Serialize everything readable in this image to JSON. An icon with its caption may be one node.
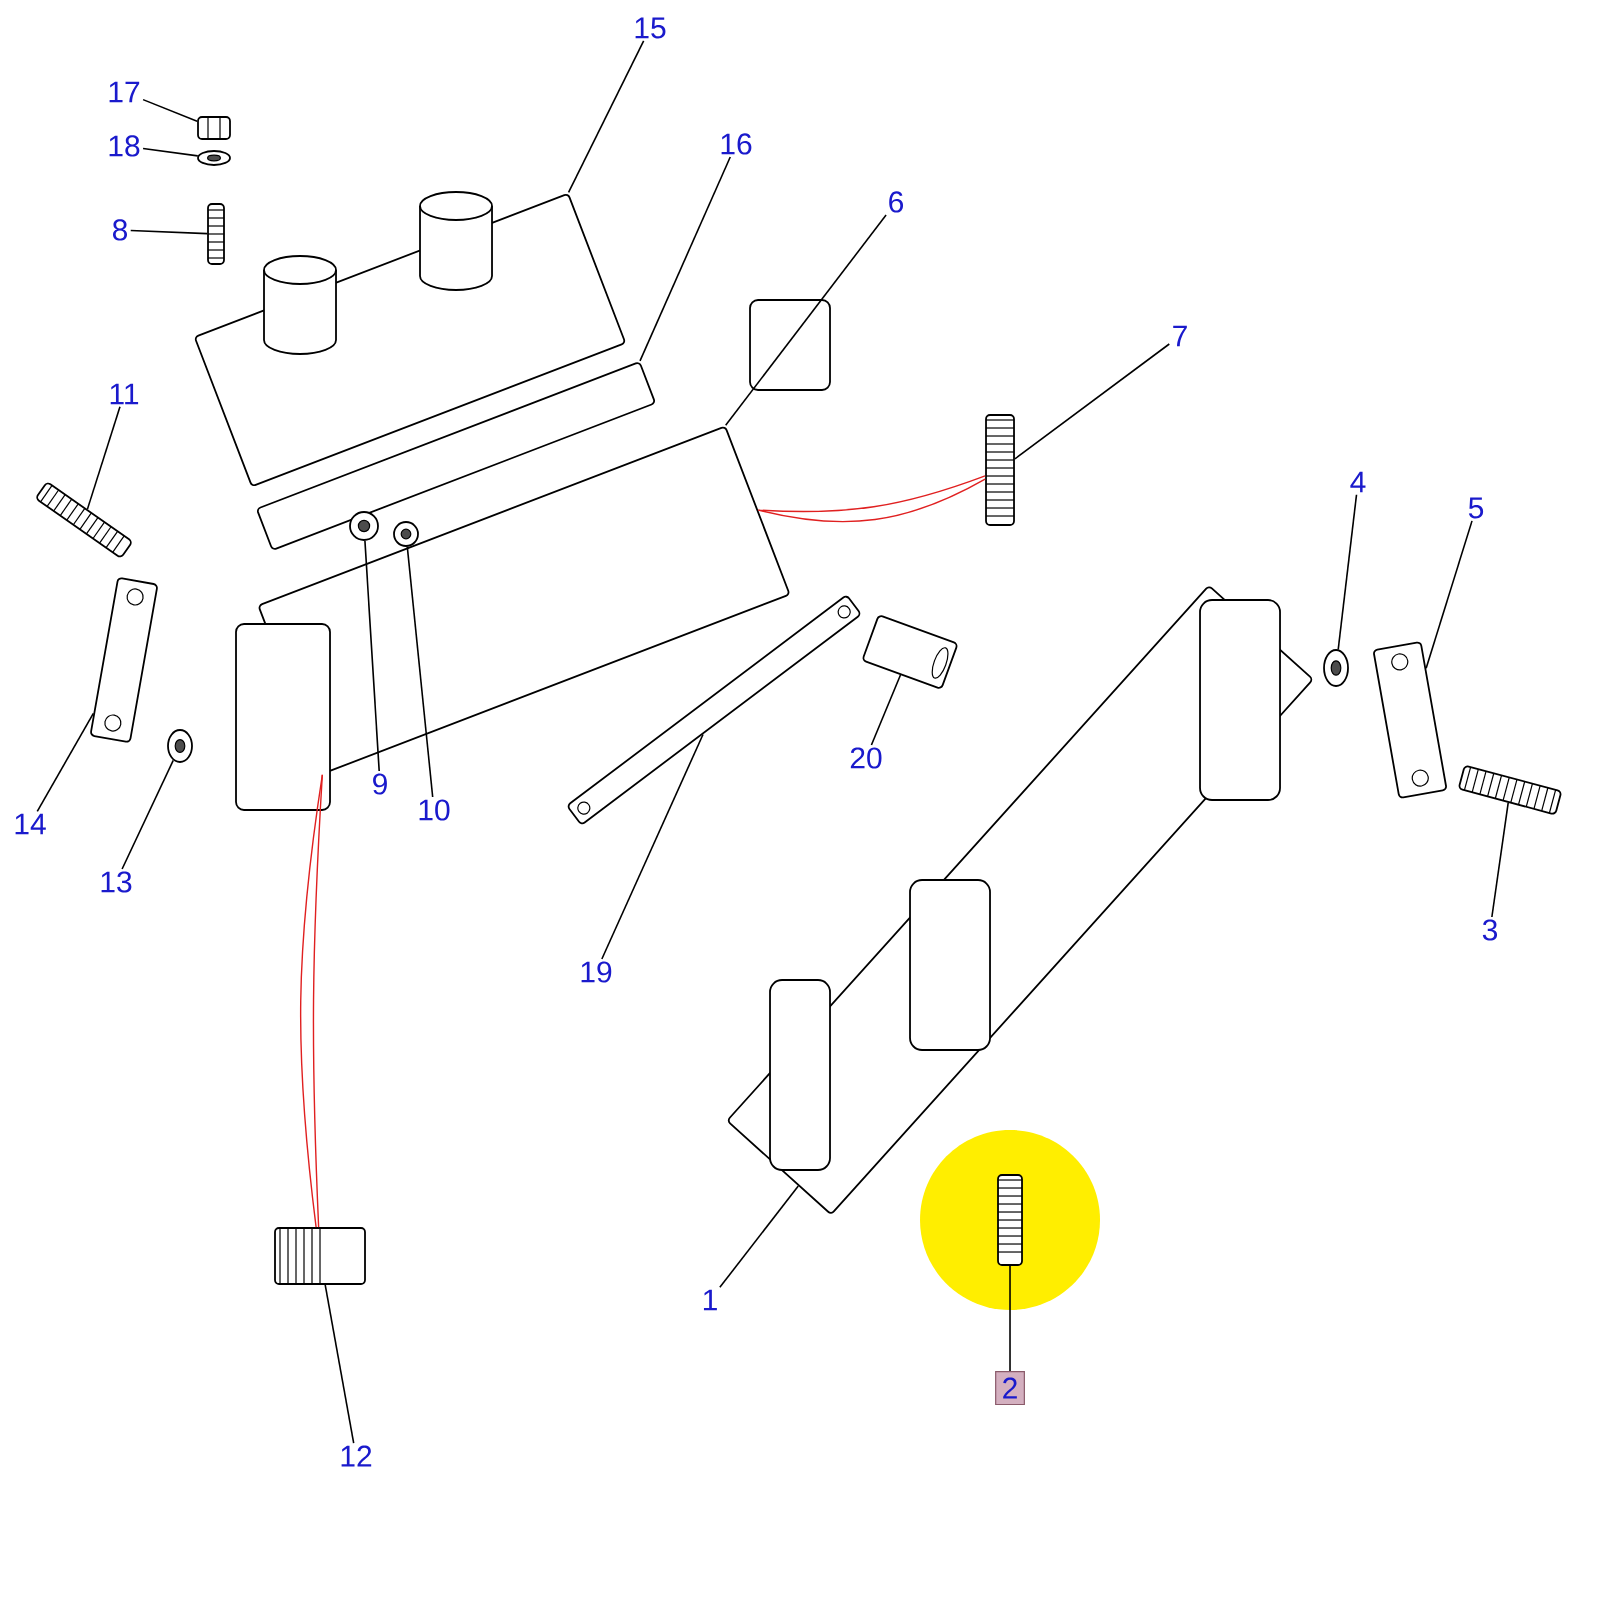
{
  "diagram": {
    "nodes": [
      {
        "text": [
          "15"
        ]
      },
      {
        "text": [
          "17"
        ]
      },
      {
        "text": [
          "16"
        ]
      },
      {
        "text": [
          "18"
        ]
      },
      {
        "text": [
          "6"
        ]
      },
      {
        "text": [
          "8"
        ]
      },
      {
        "text": [
          "7"
        ]
      },
      {
        "text": [
          "11"
        ]
      },
      {
        "text": [
          "4"
        ]
      },
      {
        "text": [
          "5"
        ]
      },
      {
        "text": [
          "20"
        ]
      },
      {
        "text": [
          "9"
        ]
      },
      {
        "text": [
          "10"
        ]
      },
      {
        "text": [
          "14"
        ]
      },
      {
        "text": [
          "13"
        ]
      },
      {
        "text": [
          "3"
        ]
      },
      {
        "text": [
          "19"
        ]
      },
      {
        "text": [
          "1"
        ]
      },
      {
        "text": [
          "2"
        ]
      },
      {
        "text": [
          "12"
        ]
      },
      {
        "text": [],
        "shape": "picture"
      },
      {
        "text": [],
        "shape": "picture"
      },
      {
        "text": [],
        "shape": "picture"
      },
      {
        "text": [],
        "shape": "picture"
      },
      {
        "text": [],
        "shape": "picture"
      },
      {
        "text": [],
        "shape": "picture"
      },
      {
        "text": [],
        "shape": "picture"
      },
      {
        "text": [],
        "shape": "picture"
      },
      {
        "text": [],
        "shape": "picture"
      },
      {
        "text": [],
        "shape": "picture"
      },
      {
        "text": [],
        "shape": "picture"
      },
      {
        "text": [],
        "shape": "picture"
      },
      {
        "text": [],
        "shape": "picture"
      },
      {
        "text": [],
        "shape": "picture"
      },
      {
        "text": [],
        "shape": "picture"
      },
      {
        "text": [],
        "shape": "picture"
      },
      {
        "text": [],
        "shape": "picture"
      },
      {
        "text": [],
        "shape": "picture"
      },
      {
        "text": [],
        "shape": "picture"
      },
      {
        "text": [],
        "shape": "picture"
      }
    ],
    "edges": [
      {
        "from": 0,
        "to": 20,
        "arrow": "none"
      },
      {
        "from": 1,
        "to": 21,
        "arrow": "none"
      },
      {
        "from": 2,
        "to": 22,
        "arrow": "none"
      },
      {
        "from": 3,
        "to": 23,
        "arrow": "none"
      },
      {
        "from": 4,
        "to": 24,
        "arrow": "none"
      },
      {
        "from": 5,
        "to": 25,
        "arrow": "none"
      },
      {
        "from": 6,
        "to": 26,
        "arrow": "none"
      },
      {
        "from": 7,
        "to": 27,
        "arrow": "none"
      },
      {
        "from": 8,
        "to": 28,
        "arrow": "none"
      },
      {
        "from": 9,
        "to": 29,
        "arrow": "none"
      },
      {
        "from": 10,
        "to": 30,
        "arrow": "none"
      },
      {
        "from": 11,
        "to": 31,
        "arrow": "none"
      },
      {
        "from": 12,
        "to": 32,
        "arrow": "none"
      },
      {
        "from": 13,
        "to": 33,
        "arrow": "none"
      },
      {
        "from": 14,
        "to": 34,
        "arrow": "none"
      },
      {
        "from": 15,
        "to": 35,
        "arrow": "none"
      },
      {
        "from": 16,
        "to": 36,
        "arrow": "none"
      },
      {
        "from": 17,
        "to": 37,
        "arrow": "none"
      },
      {
        "from": 18,
        "to": 38,
        "arrow": "none"
      },
      {
        "from": 19,
        "to": 39,
        "arrow": "none"
      },
      {
        "from": 24,
        "to": 26,
        "arrow": "none",
        "color": "#e02020"
      },
      {
        "from": 24,
        "to": 26,
        "arrow": "none",
        "color": "#e02020"
      },
      {
        "from": 24,
        "to": 39,
        "arrow": "none",
        "color": "#e02020"
      },
      {
        "from": 24,
        "to": 39,
        "arrow": "none",
        "color": "#e02020"
      }
    ]
  }
}
